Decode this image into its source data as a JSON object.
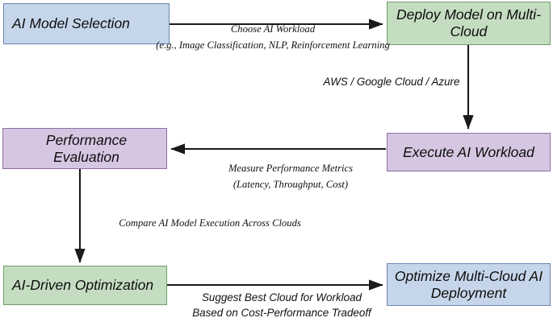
{
  "diagram": {
    "title": "AI Multi-Cloud Workload Optimization Flowchart",
    "type": "flowchart",
    "background": "#ffffff",
    "palette": {
      "blue_fill": "#c6d6ea",
      "blue_border": "#6b84b0",
      "green_fill": "#c4ddc1",
      "green_border": "#6f9c69",
      "purple_fill": "#d6c6e1",
      "purple_border": "#8f6fa8",
      "edge_color": "#1a1a1a",
      "text_color": "#0d0d0d"
    },
    "nodes": [
      {
        "id": "ai_model_selection",
        "label": "AI Model Selection",
        "color": "blue"
      },
      {
        "id": "deploy_model",
        "label": "Deploy Model on Multi-Cloud",
        "color": "green"
      },
      {
        "id": "performance_eval",
        "label": "Performance Evaluation",
        "color": "purple"
      },
      {
        "id": "execute_workload",
        "label": "Execute AI Workload",
        "color": "purple"
      },
      {
        "id": "ai_optimization",
        "label": "AI-Driven Optimization",
        "color": "green"
      },
      {
        "id": "optimize_deployment",
        "label": "Optimize Multi-Cloud AI Deployment",
        "color": "blue"
      }
    ],
    "edges": [
      {
        "id": "edge_choose_workload",
        "from": "ai_model_selection",
        "to": "deploy_model",
        "direction": "right",
        "label": "Choose AI Workload\n(e.g., Image Classification, NLP, Reinforcement Learning"
      },
      {
        "id": "edge_cloud_providers",
        "from": "deploy_model",
        "to": "execute_workload",
        "direction": "down",
        "label": "AWS / Google Cloud / Azure"
      },
      {
        "id": "edge_measure_metrics",
        "from": "execute_workload",
        "to": "performance_eval",
        "direction": "left",
        "label": "Measure Performance Metrics\n(Latency, Throughput, Cost)"
      },
      {
        "id": "edge_compare_models",
        "from": "performance_eval",
        "to": "ai_optimization",
        "direction": "down",
        "label": "Compare AI Model Execution Across Clouds"
      },
      {
        "id": "edge_suggest_cloud",
        "from": "ai_optimization",
        "to": "optimize_deployment",
        "direction": "right",
        "label": "Suggest Best Cloud for Workload\nBased on Cost-Performance Tradeoff"
      }
    ]
  }
}
